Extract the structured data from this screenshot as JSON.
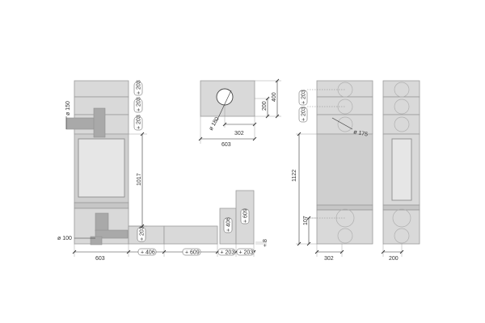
{
  "diagram": {
    "front_view": {
      "width_label": "603",
      "height_label": "1017",
      "flue_left_label": "ø 150",
      "flue_bottom_label": "ø 100",
      "module_labels": [
        "+ 203",
        "+ 203",
        "+ 203"
      ],
      "base_module_label": "+ 203",
      "bottom_pills": [
        "+ 406",
        "+ 609",
        "+ 203",
        "+ 203"
      ],
      "column_labels": [
        "+ 406",
        "+ 609"
      ],
      "offset_label": "+ 8"
    },
    "top_view": {
      "width_label": "603",
      "depth_label": "400",
      "inner_depth_label": "200",
      "offset_label": "302",
      "hole_label": "ø 180"
    },
    "side_view": {
      "height_label": "1122",
      "width_label": "302",
      "flue_label": "ø 175",
      "bottom_label": "107",
      "module_labels": [
        "+ 203",
        "+ 203"
      ]
    },
    "back_view": {
      "width_label": "200"
    }
  }
}
